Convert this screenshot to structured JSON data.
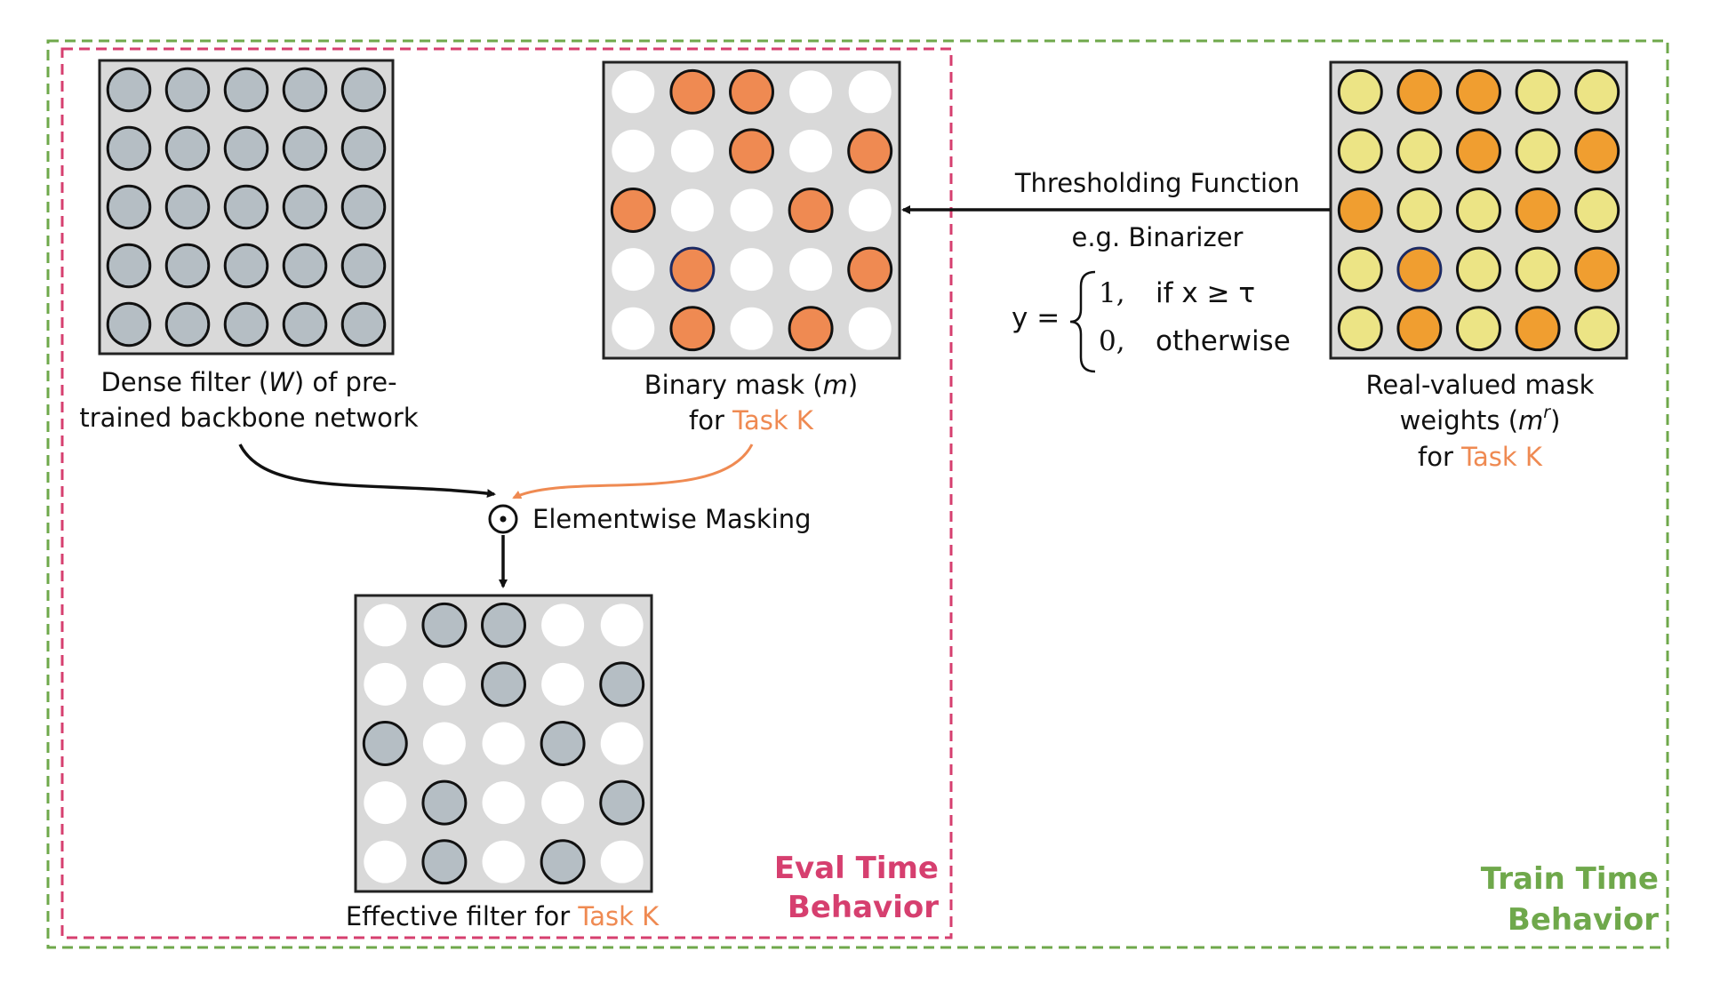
{
  "colors": {
    "grid_bg": "#d9d9d9",
    "gray_cell": "#b5bec4",
    "white_cell": "#ffffff",
    "orange_cell": "#ef8a52",
    "yellow_cell": "#ece485",
    "amber_cell": "#f09e30",
    "highlight_stroke": "#1c2a63",
    "eval_border": "#d63f6f",
    "train_border": "#6fa84b",
    "accent_task": "#ef8a52",
    "text": "#111111"
  },
  "boxes": {
    "eval": {
      "title_line1": "Eval Time",
      "title_line2": "Behavior"
    },
    "train": {
      "title_line1": "Train Time",
      "title_line2": "Behavior"
    }
  },
  "grids": {
    "dense": {
      "label_line1": "Dense filter (",
      "label_symbol": "W",
      "label_line1_end": ") of pre-",
      "label_line2": "trained backbone network",
      "cells": [
        [
          "g",
          "g",
          "g",
          "g",
          "g"
        ],
        [
          "g",
          "g",
          "g",
          "g",
          "g"
        ],
        [
          "g",
          "g",
          "g",
          "g",
          "g"
        ],
        [
          "g",
          "g",
          "g",
          "g",
          "g"
        ],
        [
          "g",
          "g",
          "g",
          "g",
          "g"
        ]
      ]
    },
    "binary": {
      "label_line1": "Binary mask (",
      "label_symbol": "m",
      "label_line1_end": ")",
      "label_line2_prefix": "for ",
      "label_line2_task": "Task K",
      "cells": [
        [
          "w",
          "o",
          "o",
          "w",
          "w"
        ],
        [
          "w",
          "w",
          "o",
          "w",
          "o"
        ],
        [
          "o",
          "w",
          "w",
          "o",
          "w"
        ],
        [
          "w",
          "oh",
          "w",
          "w",
          "o"
        ],
        [
          "w",
          "o",
          "w",
          "o",
          "w"
        ]
      ]
    },
    "realvalued": {
      "label_line1": "Real-valued mask",
      "label_line2": "weights (",
      "label_symbol": "m",
      "label_superscript": "r",
      "label_line2_end": ")",
      "label_line3_prefix": "for ",
      "label_line3_task": "Task K",
      "cells": [
        [
          "y",
          "a",
          "a",
          "y",
          "y"
        ],
        [
          "y",
          "y",
          "a",
          "y",
          "a"
        ],
        [
          "a",
          "y",
          "y",
          "a",
          "y"
        ],
        [
          "y",
          "ah",
          "y",
          "y",
          "a"
        ],
        [
          "y",
          "a",
          "y",
          "a",
          "y"
        ]
      ]
    },
    "effective": {
      "label_prefix": "Effective filter for ",
      "label_task": "Task K",
      "cells": [
        [
          "w",
          "g",
          "g",
          "w",
          "w"
        ],
        [
          "w",
          "w",
          "g",
          "w",
          "g"
        ],
        [
          "g",
          "w",
          "w",
          "g",
          "w"
        ],
        [
          "w",
          "g",
          "w",
          "w",
          "g"
        ],
        [
          "w",
          "g",
          "w",
          "g",
          "w"
        ]
      ]
    }
  },
  "threshold": {
    "title": "Thresholding Function",
    "subtitle": "e.g. Binarizer",
    "lhs": "y =",
    "case1_value": "1,",
    "case1_cond": "if x ≥ τ",
    "case2_value": "0,",
    "case2_cond": "otherwise"
  },
  "masking": {
    "symbol": "⊙",
    "label": "Elementwise Masking"
  }
}
